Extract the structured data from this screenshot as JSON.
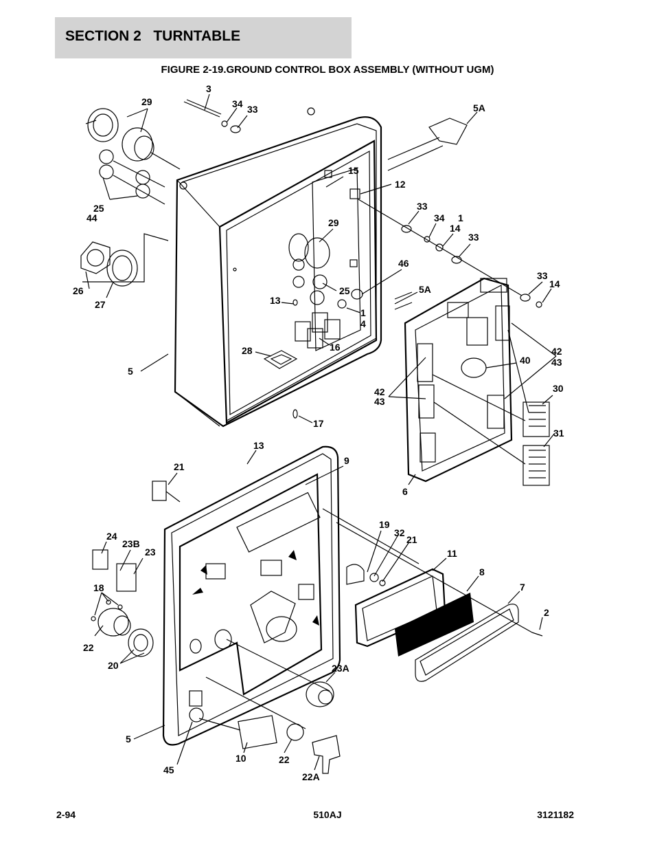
{
  "header": {
    "section": "SECTION 2   TURNTABLE"
  },
  "figure": {
    "title": "FIGURE 2-19.GROUND CONTROL BOX ASSEMBLY (WITHOUT UGM)"
  },
  "footer": {
    "page": "2-94",
    "model": "510AJ",
    "doc_number": "3121182"
  },
  "callouts": [
    "3",
    "29",
    "34",
    "33",
    "5A",
    "15",
    "12",
    "25",
    "44",
    "33",
    "34",
    "1",
    "14",
    "33",
    "29",
    "46",
    "5A",
    "26",
    "27",
    "25",
    "13",
    "1",
    "4",
    "33",
    "14",
    "16",
    "28",
    "42",
    "43",
    "40",
    "5",
    "30",
    "42",
    "43",
    "17",
    "31",
    "13",
    "9",
    "21",
    "6",
    "19",
    "32",
    "21",
    "24",
    "23B",
    "23",
    "11",
    "8",
    "7",
    "18",
    "2",
    "22",
    "20",
    "23A",
    "5",
    "10",
    "22",
    "45",
    "22A"
  ]
}
